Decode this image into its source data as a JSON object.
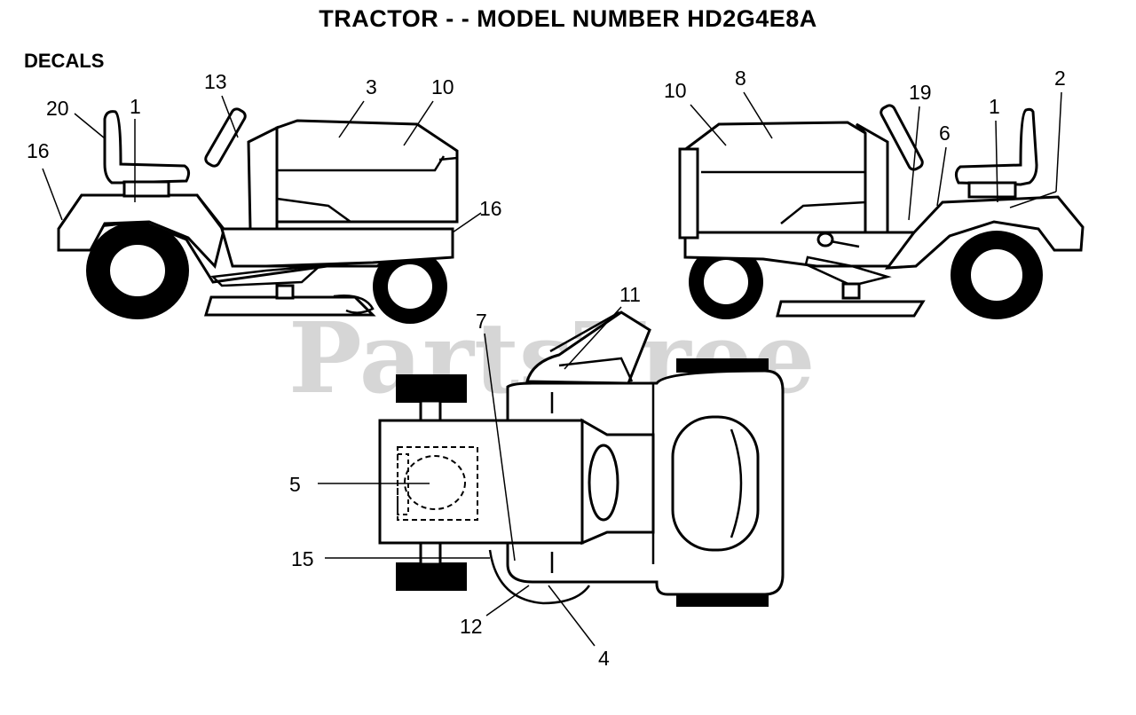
{
  "title": "TRACTOR - - MODEL NUMBER HD2G4E8A",
  "section_label": "DECALS",
  "watermark": "PartsTree",
  "callouts": {
    "left_view": [
      "13",
      "20",
      "1",
      "16",
      "3",
      "10",
      "16"
    ],
    "right_view": [
      "10",
      "8",
      "19",
      "2",
      "1",
      "6"
    ],
    "top_view": [
      "11",
      "7",
      "5",
      "15",
      "12",
      "4"
    ]
  },
  "colors": {
    "line": "#000000",
    "background": "#ffffff",
    "watermark": "#c8c8c8"
  }
}
